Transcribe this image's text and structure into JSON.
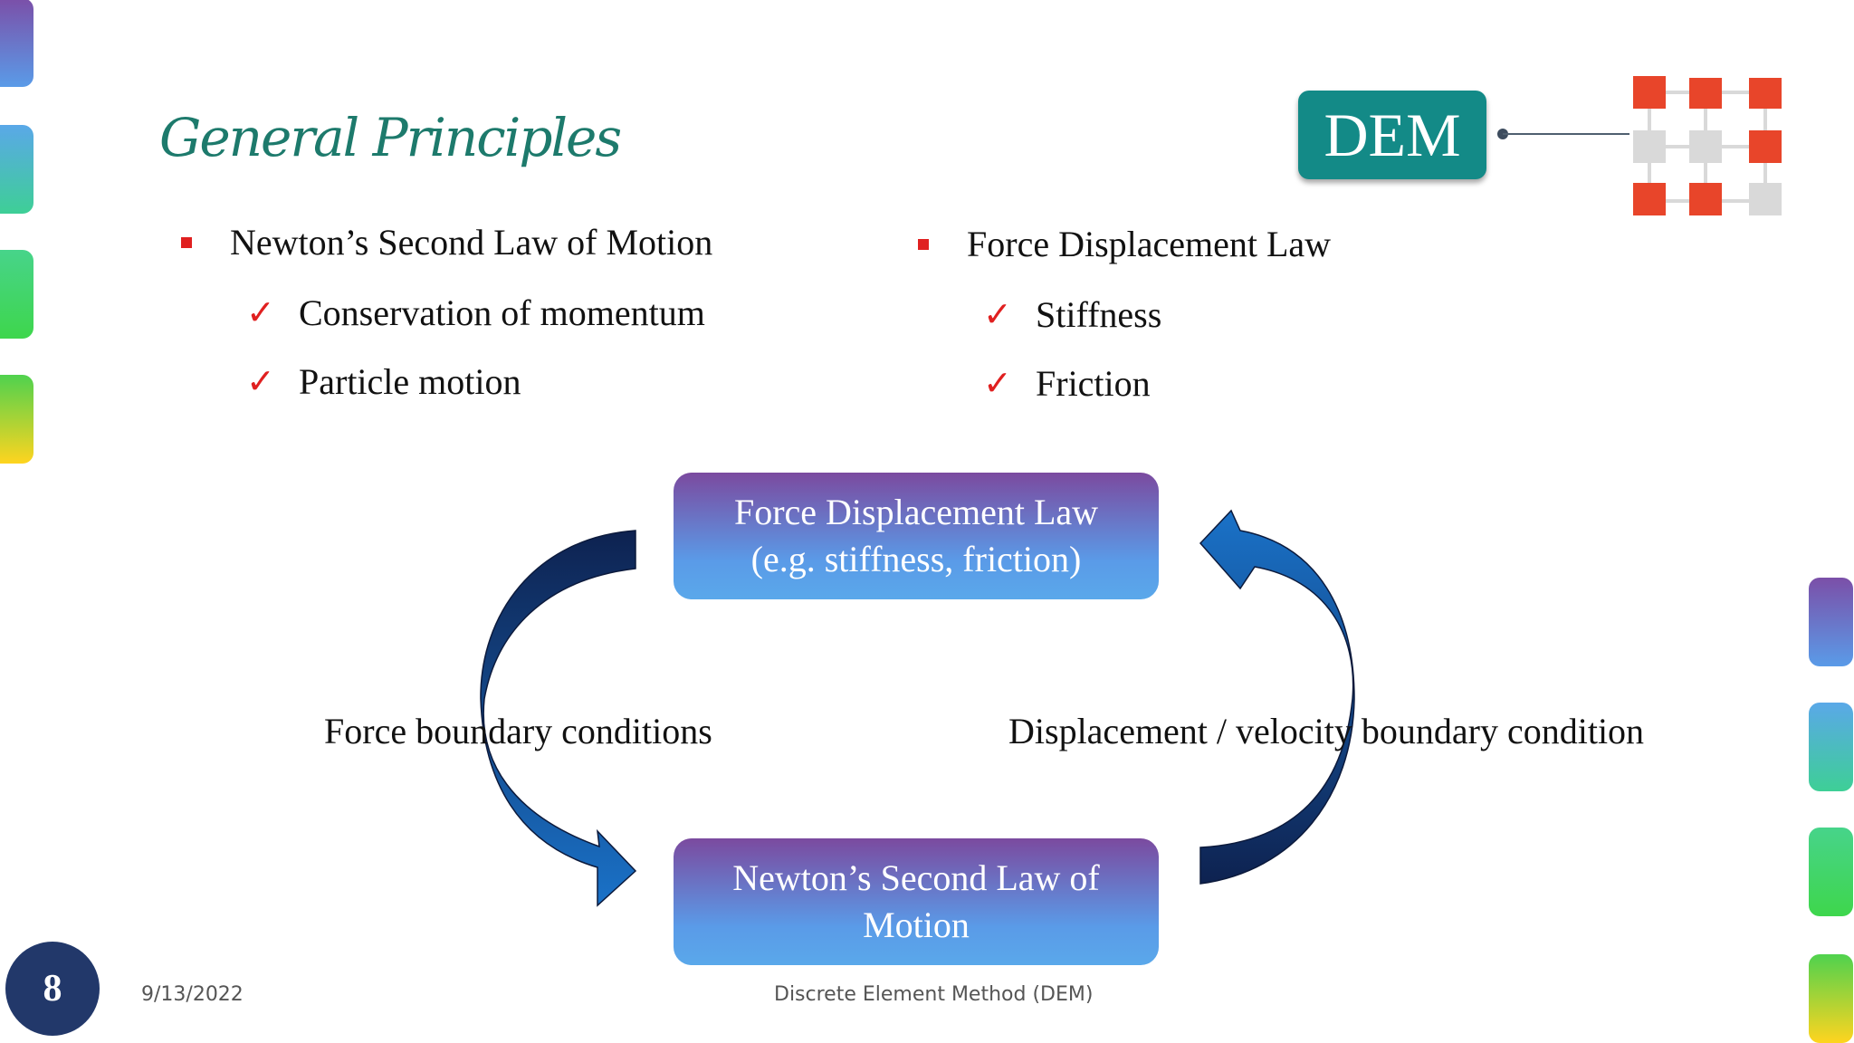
{
  "slide": {
    "title": "General Principles",
    "badge": "DEM",
    "left_column": {
      "heading": "Newton’s Second Law of Motion",
      "items": [
        "Conservation of momentum",
        "Particle motion"
      ]
    },
    "right_column": {
      "heading": "Force Displacement Law",
      "items": [
        "Stiffness",
        "Friction"
      ]
    },
    "diagram": {
      "top_box": [
        "Force Displacement Law",
        "(e.g. stiffness, friction)"
      ],
      "bottom_box": [
        "Newton’s Second Law of",
        "Motion"
      ],
      "left_label": "Force boundary conditions",
      "right_label": "Displacement / velocity boundary condition"
    },
    "page_number": "8",
    "date": "9/13/2022",
    "footer_text": "Discrete Element Method (DEM)",
    "check_glyph": "✓"
  },
  "colors": {
    "title": "#1d7a6c",
    "badge": "#138a87",
    "bullet": "#e02020",
    "page_circle": "#22386a",
    "grid_active": "#e8452a",
    "grid_inactive": "#d9d9d9"
  }
}
